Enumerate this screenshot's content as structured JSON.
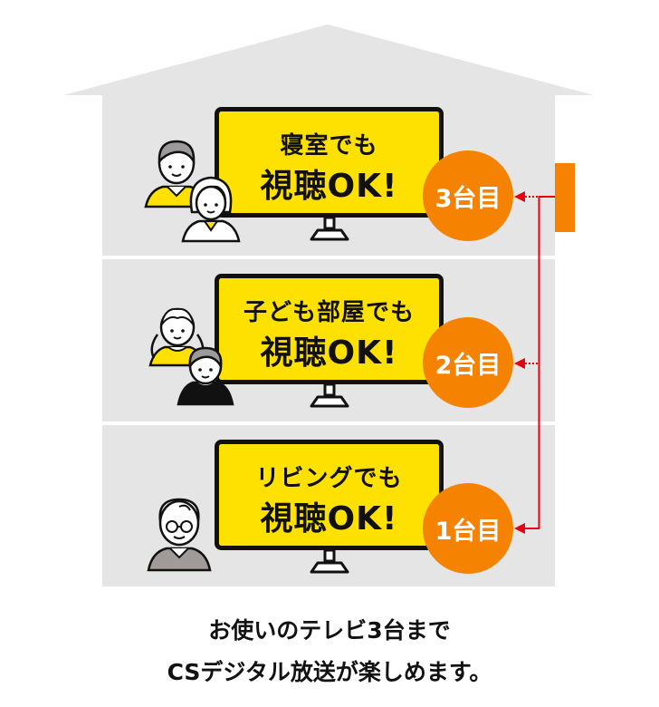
{
  "diagram": {
    "title": "CS digital broadcast multi-TV house diagram",
    "colors": {
      "house": "#e5e5e5",
      "floor_divider": "#ffffff",
      "tv_screen": "#ffe100",
      "tv_frame": "#111111",
      "badge": "#f58200",
      "wire": "#e60012",
      "antenna_box": "#f58200"
    },
    "floors": [
      {
        "level": 3,
        "room_text": "寝室でも",
        "ok_text": "視聴OK!",
        "badge_label": "3台目",
        "people": [
          "man-yellow-shirt",
          "woman-white-shirt"
        ]
      },
      {
        "level": 2,
        "room_text": "子ども部屋でも",
        "ok_text": "視聴OK!",
        "badge_label": "2台目",
        "people": [
          "girl-yellow-shirt",
          "boy-black-shirt"
        ]
      },
      {
        "level": 1,
        "room_text": "リビングでも",
        "ok_text": "視聴OK!",
        "badge_label": "1台目",
        "people": [
          "elderly-man-glasses"
        ]
      }
    ],
    "wiring": {
      "source": "antenna-box",
      "connections": [
        {
          "to": "3台目",
          "style": "dotted"
        },
        {
          "to": "2台目",
          "style": "dotted"
        },
        {
          "to": "1台目",
          "style": "solid"
        }
      ]
    },
    "caption": {
      "line1": "お使いのテレビ3台まで",
      "line2": "CSデジタル放送が楽しめます。"
    }
  }
}
